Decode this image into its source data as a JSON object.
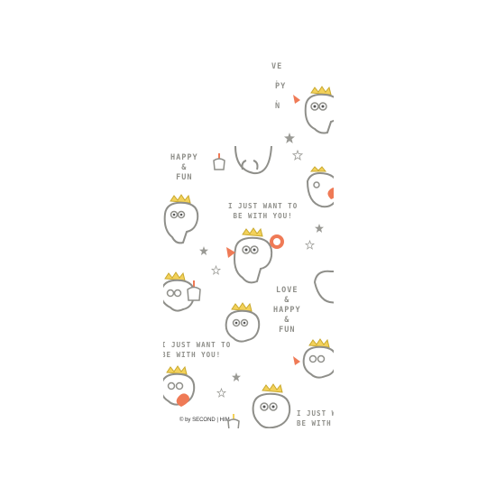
{
  "pattern": {
    "texts": {
      "top_fragment_1": "VE",
      "top_fragment_2": "PY",
      "top_fragment_3": "N",
      "happy_fun": "HAPPY\n&\nFUN",
      "just_want_1": "I JUST WANT TO\nBE WITH YOU!",
      "love_happy_fun": "LOVE\n&\nHAPPY\n&\nFUN",
      "just_want_2": "I JUST WANT TO\nBE WITH YOU!",
      "just_want_3": "I JUST WANT TO\nBE WITH YOU!"
    },
    "copyright": "© by SECOND | HIM",
    "colors": {
      "outline": "#8f8f8a",
      "crown": "#f3d15a",
      "accent": "#ef7a56",
      "text": "#8f8f8a"
    },
    "icons": [
      "bear-character-icon",
      "crown-icon",
      "heart-icon",
      "cupcake-icon",
      "star-icon"
    ]
  }
}
